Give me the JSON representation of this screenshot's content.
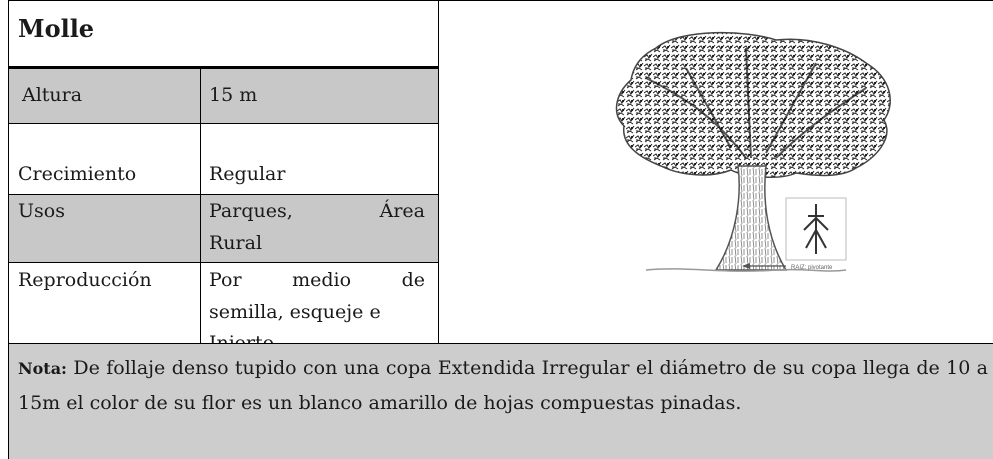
{
  "title": "Molle",
  "rows": [
    {
      "label": "Altura",
      "value": "15 m"
    },
    {
      "label": "Crecimiento",
      "value": "Regular"
    },
    {
      "label": "Usos",
      "value_line1_a": "Parques,",
      "value_line1_b": "Área",
      "value_line2": "Rural"
    },
    {
      "label": "Reproducción",
      "value_line1_a": "Por",
      "value_line1_b": "medio",
      "value_line1_c": "de",
      "value_line2": "semilla, esqueje e",
      "value_line3": "Injerto"
    }
  ],
  "note": {
    "label": "Nota:",
    "text": " De follaje denso tupido con una copa Extendida Irregular el diámetro de su copa llega de 10 a 15m  el color de su flor es un blanco amarillo de hojas compuestas pinadas."
  },
  "image": {
    "root_caption": "RAIZ: pivotante"
  }
}
